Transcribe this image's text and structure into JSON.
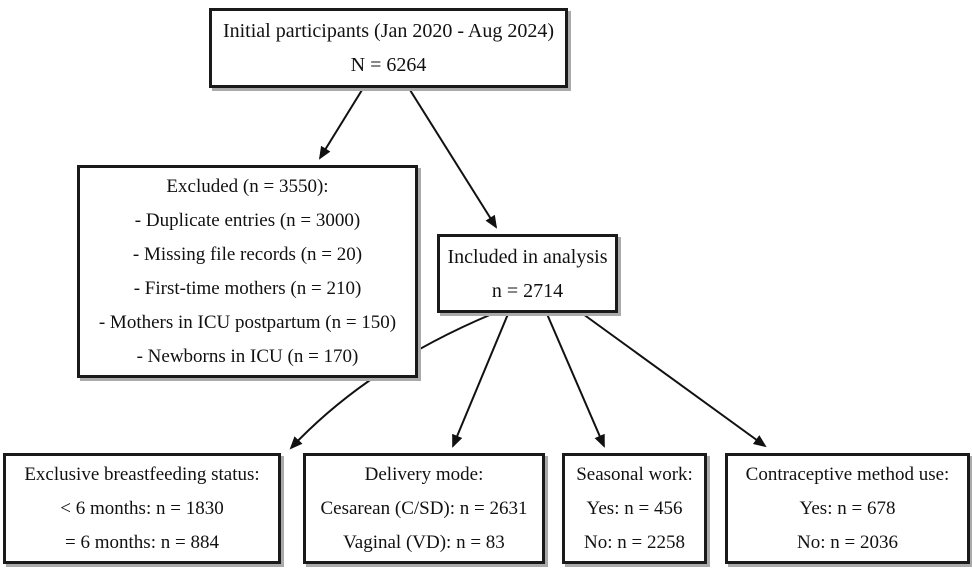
{
  "diagram_type": "study-flowchart",
  "colors": {
    "box_border": "#1a1a1a",
    "box_background": "#ffffff",
    "text": "#111111",
    "arrow": "#111111",
    "shadow": "#aaaaaa",
    "page_background": "#ffffff"
  },
  "boxes": {
    "initial": {
      "lines": [
        "Initial participants (Jan 2020 - Aug 2024)",
        "N = 6264"
      ]
    },
    "excluded": {
      "lines": [
        "Excluded (n = 3550):",
        "- Duplicate entries (n = 3000)",
        "- Missing file records (n = 20)",
        "- First-time mothers (n = 210)",
        "- Mothers in ICU postpartum (n = 150)",
        "- Newborns in ICU (n = 170)"
      ]
    },
    "included": {
      "lines": [
        "Included in analysis",
        "n = 2714"
      ]
    },
    "breastfeeding": {
      "lines": [
        "Exclusive breastfeeding status:",
        "< 6 months: n = 1830",
        "= 6 months: n = 884"
      ]
    },
    "delivery": {
      "lines": [
        "Delivery mode:",
        "Cesarean (C/SD): n = 2631",
        "Vaginal (VD): n = 83"
      ]
    },
    "seasonal": {
      "lines": [
        "Seasonal work:",
        "Yes: n = 456",
        "No: n = 2258"
      ]
    },
    "contraceptive": {
      "lines": [
        "Contraceptive method use:",
        "Yes: n = 678",
        "No: n = 2036"
      ]
    }
  },
  "edges": [
    {
      "from": "initial",
      "to": "excluded"
    },
    {
      "from": "initial",
      "to": "included"
    },
    {
      "from": "included",
      "to": "breastfeeding"
    },
    {
      "from": "included",
      "to": "delivery"
    },
    {
      "from": "included",
      "to": "seasonal"
    },
    {
      "from": "included",
      "to": "contraceptive"
    }
  ]
}
